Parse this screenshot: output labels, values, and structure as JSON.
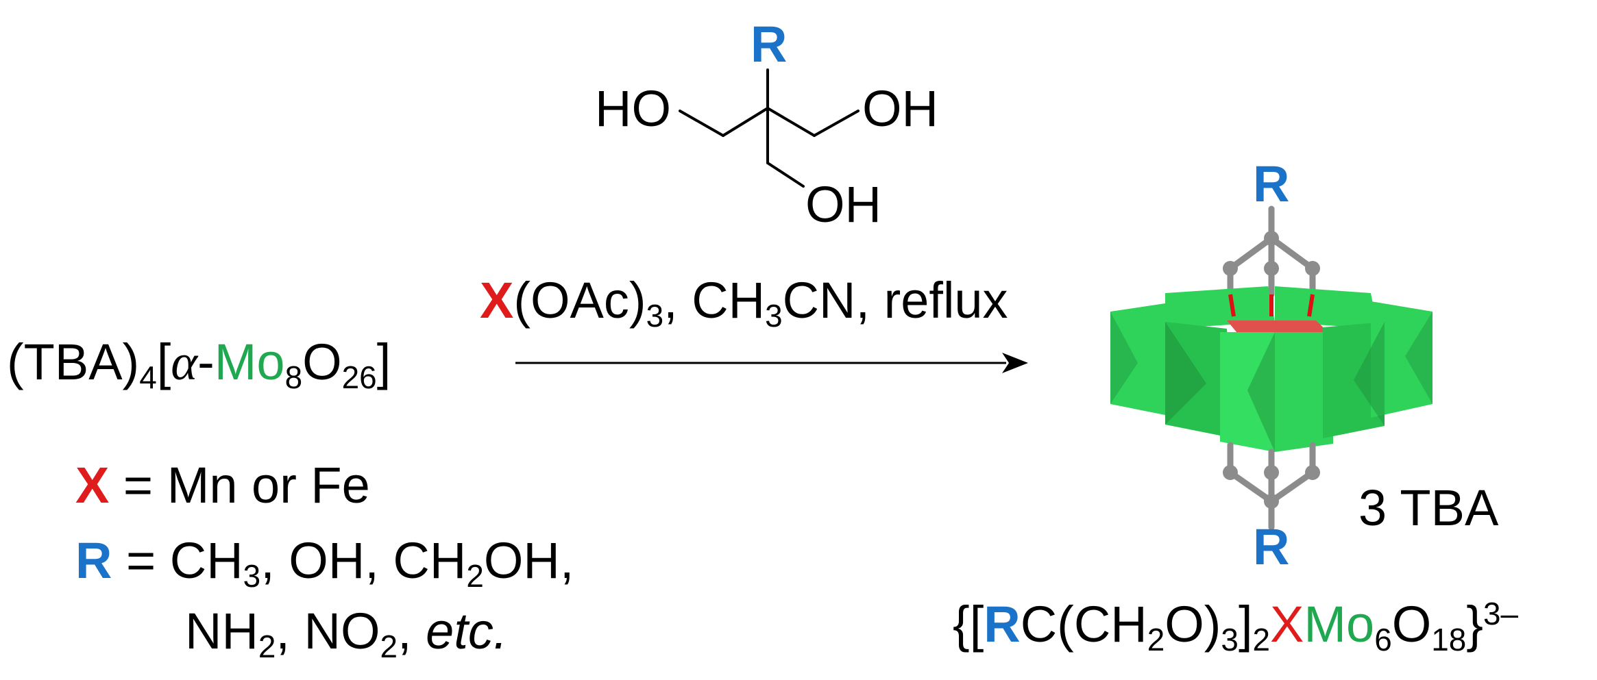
{
  "triol": {
    "r_label": "R",
    "ho_left": "HO",
    "oh_right": "OH",
    "oh_bottom": "OH"
  },
  "reagent": {
    "x_label": "X",
    "conditions_rest": "(OAc)",
    "conditions_sub": "3",
    "conditions_mid": ", CH",
    "ch_sub": "3",
    "conditions_end": "CN, reflux"
  },
  "starting_material": {
    "prefix": "(TBA)",
    "prefix_sub": "4",
    "bracket_open": "[",
    "alpha": "α",
    "dash": "-",
    "mo": "Mo",
    "mo_sub": "8",
    "o": "O",
    "o_sub": "26",
    "bracket_close": "]"
  },
  "legend": {
    "x_symbol": "X",
    "x_text": " = Mn or Fe",
    "r_symbol": "R",
    "r_text_1": " = CH",
    "r_sub_1": "3",
    "r_text_2": ", OH, CH",
    "r_sub_2": "2",
    "r_text_3": "OH,",
    "r_line2_a": "NH",
    "r_line2_sub_a": "2",
    "r_line2_b": ", NO",
    "r_line2_sub_b": "2",
    "r_line2_c": ", ",
    "r_line2_etc": "etc."
  },
  "product": {
    "r_top": "R",
    "r_bottom": "R",
    "counter_ion": "3 TBA",
    "f_open": "{[",
    "f_r": "R",
    "f_c": "C(CH",
    "f_sub_2": "2",
    "f_o": "O)",
    "f_sub_3": "3",
    "f_close": "]",
    "f_sub_2b": "2",
    "f_x": "X",
    "f_mo": "Mo",
    "f_sub_6": "6",
    "f_o18": "O",
    "f_sub_18": "18",
    "f_end": "}",
    "f_charge": "3–"
  },
  "colors": {
    "r_blue": "#1a73c8",
    "x_red": "#e01b1b",
    "mo_green": "#1fa84f",
    "poly_green": "#2fd35a",
    "poly_dark": "#1e8f3b",
    "center_red": "#e0504d",
    "carbon_gray": "#8c8c8c"
  }
}
